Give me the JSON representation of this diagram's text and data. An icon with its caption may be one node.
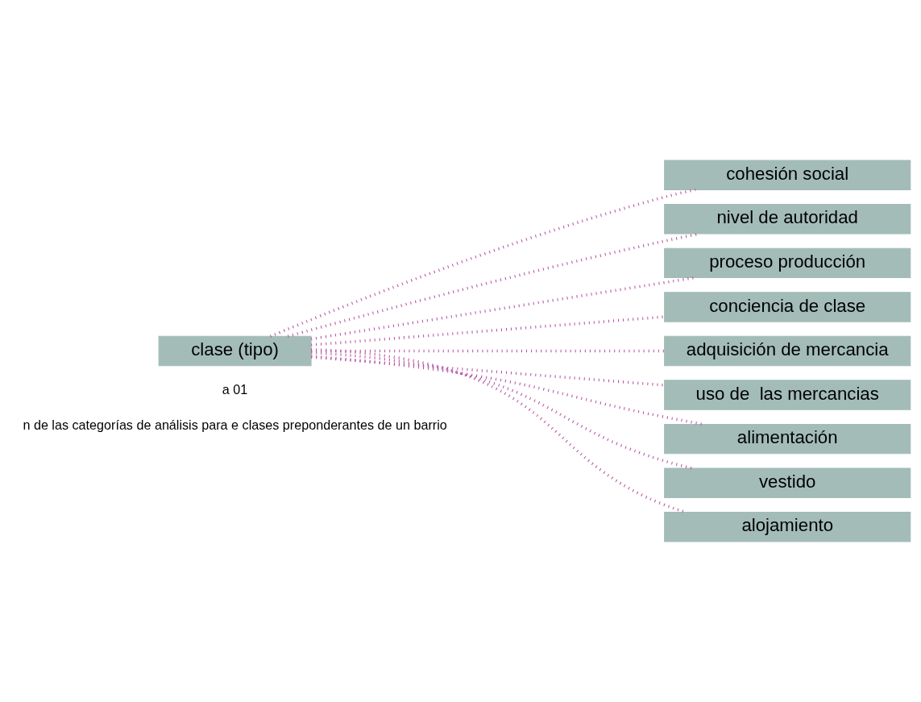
{
  "diagram": {
    "nodes": [
      {
        "text": [
          "clase (tipo)"
        ]
      },
      {
        "text": [
          "cohesión social"
        ]
      },
      {
        "text": [
          "nivel de autoridad"
        ]
      },
      {
        "text": [
          "proceso producción"
        ]
      },
      {
        "text": [
          "conciencia de clase"
        ]
      },
      {
        "text": [
          "adquisición de mercancia"
        ]
      },
      {
        "text": [
          "uso de  las mercancias"
        ]
      },
      {
        "text": [
          "alimentación"
        ]
      },
      {
        "text": [
          "vestido"
        ]
      },
      {
        "text": [
          "alojamiento"
        ]
      }
    ],
    "edges": [
      {
        "from": 0,
        "to": 1,
        "arrow": "none"
      },
      {
        "from": 0,
        "to": 2,
        "arrow": "none"
      },
      {
        "from": 0,
        "to": 3,
        "arrow": "none"
      },
      {
        "from": 0,
        "to": 4,
        "arrow": "none"
      },
      {
        "from": 0,
        "to": 5,
        "arrow": "none"
      },
      {
        "from": 0,
        "to": 6,
        "arrow": "none"
      },
      {
        "from": 0,
        "to": 7,
        "arrow": "none"
      },
      {
        "from": 0,
        "to": 8,
        "arrow": "none"
      },
      {
        "from": 0,
        "to": 9,
        "arrow": "none"
      }
    ],
    "labels": [
      "a 01",
      "n de las categorías de análisis para e clases preponderantes de un barrio"
    ]
  }
}
